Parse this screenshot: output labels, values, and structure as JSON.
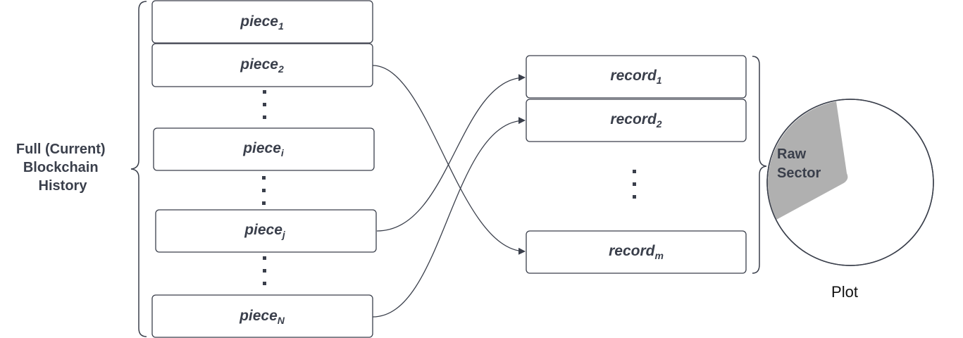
{
  "left_group": {
    "label_lines": [
      "Full (Current)",
      "Blockchain",
      "History"
    ]
  },
  "pieces": [
    {
      "base": "piece",
      "sub": "1"
    },
    {
      "base": "piece",
      "sub": "2"
    },
    {
      "base": "piece",
      "sub": "i"
    },
    {
      "base": "piece",
      "sub": "j"
    },
    {
      "base": "piece",
      "sub": "N"
    }
  ],
  "records": [
    {
      "base": "record",
      "sub": "1"
    },
    {
      "base": "record",
      "sub": "2"
    },
    {
      "base": "record",
      "sub": "m"
    }
  ],
  "plot": {
    "label": "Plot",
    "sector_label_lines": [
      "Raw",
      "Sector"
    ]
  },
  "colors": {
    "stroke": "#3a3f4b",
    "sector_fill": "#b0b0b0",
    "text": "#3a3f4b"
  }
}
